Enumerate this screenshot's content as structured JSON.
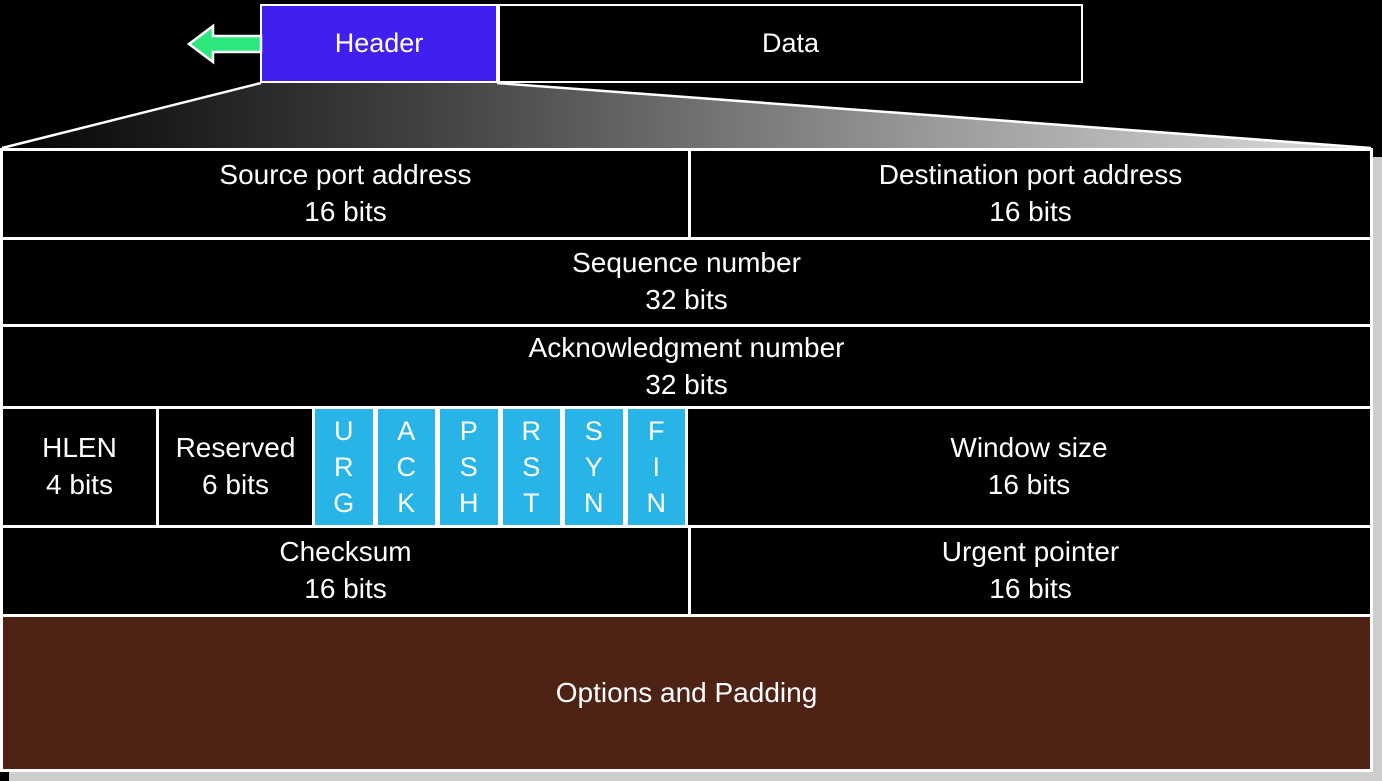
{
  "segment": {
    "header_label": "Header",
    "data_label": "Data"
  },
  "fields": {
    "source_port": {
      "name": "Source port address",
      "bits": "16 bits"
    },
    "dest_port": {
      "name": "Destination port address",
      "bits": "16 bits"
    },
    "sequence": {
      "name": "Sequence number",
      "bits": "32 bits"
    },
    "ack_number": {
      "name": "Acknowledgment number",
      "bits": "32 bits"
    },
    "hlen": {
      "name": "HLEN",
      "bits": "4 bits"
    },
    "reserved": {
      "name": "Reserved",
      "bits": "6 bits"
    },
    "window": {
      "name": "Window size",
      "bits": "16 bits"
    },
    "checksum": {
      "name": "Checksum",
      "bits": "16 bits"
    },
    "urgent": {
      "name": "Urgent pointer",
      "bits": "16 bits"
    },
    "options": {
      "name": "Options and Padding"
    }
  },
  "flags": [
    {
      "name": "URG",
      "letters": [
        "U",
        "R",
        "G"
      ]
    },
    {
      "name": "ACK",
      "letters": [
        "A",
        "C",
        "K"
      ]
    },
    {
      "name": "PSH",
      "letters": [
        "P",
        "S",
        "H"
      ]
    },
    {
      "name": "RST",
      "letters": [
        "R",
        "S",
        "T"
      ]
    },
    {
      "name": "SYN",
      "letters": [
        "S",
        "Y",
        "N"
      ]
    },
    {
      "name": "FIN",
      "letters": [
        "F",
        "I",
        "N"
      ]
    }
  ],
  "colors": {
    "header-blue": "#3f20ee",
    "arrow-green": "#2ee87e",
    "flag-cyan": "#29b4e8",
    "options-brown": "#4e2315",
    "shadow-gray": "#cdcdcd",
    "background": "#000000",
    "border-white": "#ffffff"
  }
}
